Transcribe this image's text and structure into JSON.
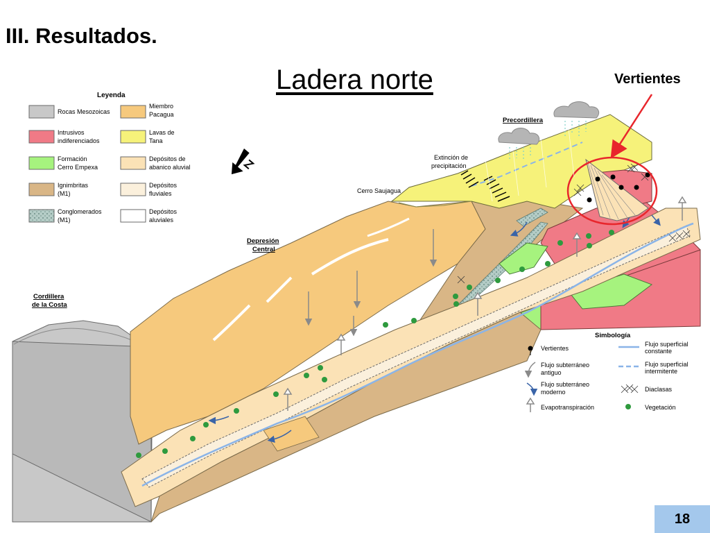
{
  "slide": {
    "title": "III. Resultados.",
    "subtitle": "Ladera norte",
    "callout": "Vertientes",
    "page_number": "18"
  },
  "legend": {
    "title": "Leyenda",
    "items": [
      {
        "line1": "Rocas Mesozoicas",
        "line2": "",
        "color": "#c8c8c8"
      },
      {
        "line1": "Miembro",
        "line2": "Pacagua",
        "color": "#f6c97d"
      },
      {
        "line1": "Intrusivos",
        "line2": "indiferenciados",
        "color": "#f07a86"
      },
      {
        "line1": "Lavas de",
        "line2": "Tana",
        "color": "#f6f27a"
      },
      {
        "line1": "Formación",
        "line2": "Cerro Empexa",
        "color": "#a6f37e"
      },
      {
        "line1": "Depósitos de",
        "line2": "abanico aluvial",
        "color": "#fbe2b6"
      },
      {
        "line1": "Ignimbritas",
        "line2": "(M1)",
        "color": "#d9b686"
      },
      {
        "line1": "Depósitos",
        "line2": "fluviales",
        "color": "#fbf0dc"
      },
      {
        "line1": "Conglomerados",
        "line2": "(M1)",
        "color": "#b4ccc6"
      },
      {
        "line1": "Depósitos",
        "line2": "aluviales",
        "color": "#ffffff"
      }
    ]
  },
  "diagram_labels": {
    "precordillera": "Precordillera",
    "extincion_line1": "Extinción de",
    "extincion_line2": "precipitación",
    "cerro_saujagua": "Cerro Saujagua",
    "depresion_line1": "Depresión",
    "depresion_line2": "Central",
    "cordillera_line1": "Cordillera",
    "cordillera_line2": "de la Costa"
  },
  "simbologia": {
    "title": "Simbología",
    "items": [
      {
        "line1": "Vertientes",
        "line2": "",
        "icon": "spring-icon"
      },
      {
        "line1": "Flujo superficial",
        "line2": "constante",
        "icon": "constant-flow-icon",
        "color": "#8ab4e8"
      },
      {
        "line1": "Flujo subterráneo",
        "line2": "antiguo",
        "icon": "old-groundwater-flow-icon",
        "color": "#8a8a8a"
      },
      {
        "line1": "Flujo superficial",
        "line2": "intermitente",
        "icon": "intermittent-flow-icon",
        "color": "#8ab4e8"
      },
      {
        "line1": "Flujo subterráneo",
        "line2": "moderno",
        "icon": "modern-groundwater-flow-icon",
        "color": "#3a64a8"
      },
      {
        "line1": "Diaclasas",
        "line2": "",
        "icon": "joints-icon"
      },
      {
        "line1": "Evapotranspiración",
        "line2": "",
        "icon": "evapotranspiration-icon"
      },
      {
        "line1": "Vegetación",
        "line2": "",
        "icon": "vegetation-icon",
        "color": "#2e9a3e"
      }
    ]
  },
  "colors": {
    "highlight_red": "#e8262c",
    "page_box": "#a4c8ec"
  }
}
